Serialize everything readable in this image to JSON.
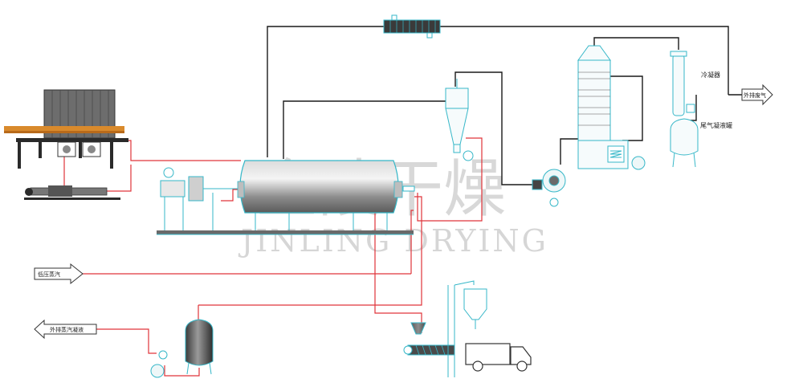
{
  "labels": {
    "condenser": "冷凝器",
    "exhaust_gas_out": "外排废气",
    "tail_gas_tank": "尾气凝液罐",
    "low_pressure_steam": "低压蒸汽",
    "condensate_out": "外排蒸汽凝液"
  },
  "watermark": {
    "chinese": "金陵干燥",
    "english": "JINLING DRYING"
  },
  "colors": {
    "steam_line": "#e0343a",
    "equipment": "#36b7c8",
    "process_line": "#1a1a1a",
    "dryer_body": "#8a8a8a"
  }
}
